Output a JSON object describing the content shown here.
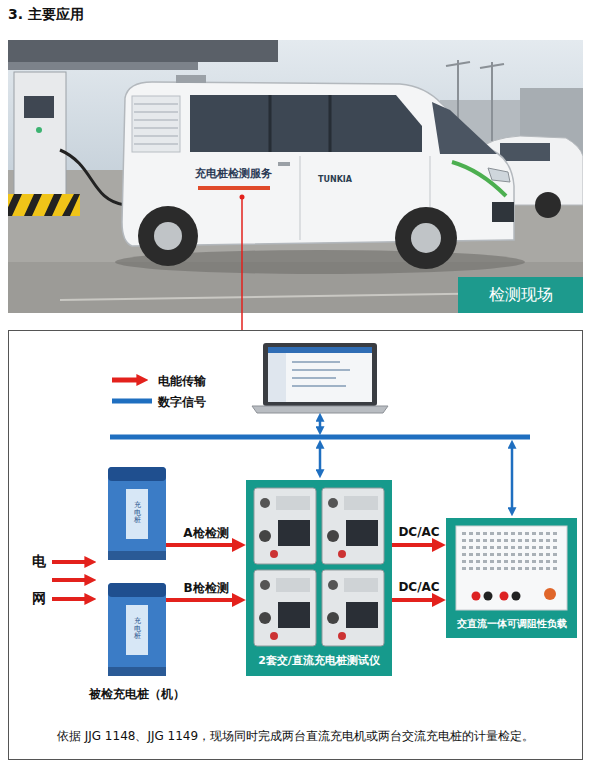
{
  "diagram": {
    "title": "3. 主要应用",
    "nodes": [
      {
        "text": [
          "检测现场"
        ]
      },
      {
        "text": [
          "依据 JJG 1148、JJG 1149，现场同时完成两台直流充电机或两台交流充电桩的计量检定。"
        ]
      },
      {
        "text": [
          "充电桩"
        ],
        "in": 1
      },
      {
        "text": [
          "充电桩"
        ],
        "in": 1
      },
      {
        "text": [
          "2套交/直流充电桩测试仪"
        ],
        "in": 1
      },
      {
        "text": [
          "交直流一体可调阻性负载"
        ],
        "in": 1
      }
    ],
    "edges": [
      {
        "from": 2,
        "to": 4,
        "label": "A枪检测",
        "arrow": "to"
      },
      {
        "from": 3,
        "to": 4,
        "label": "B枪检测",
        "arrow": "to"
      },
      {
        "from": 4,
        "to": 5,
        "label": "DC/AC",
        "arrow": "to"
      },
      {
        "from": 4,
        "to": 5,
        "label": "DC/AC",
        "arrow": "to"
      }
    ],
    "labels": [
      "充电桩检测服务",
      "TUNKIA",
      "电",
      "网",
      "被检充电桩（机）"
    ],
    "legend": [
      {
        "text": "电能传输"
      },
      {
        "text": "数字信号"
      }
    ]
  }
}
